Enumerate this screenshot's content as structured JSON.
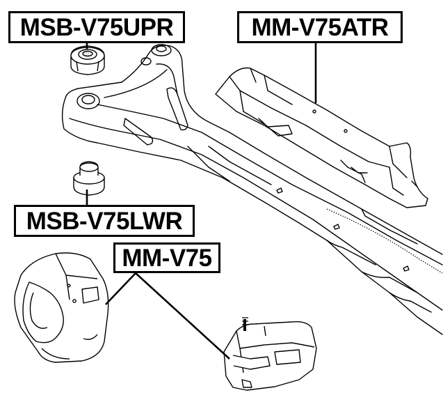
{
  "labels": {
    "bushing_upper": "MSB-V75UPR",
    "transmission_mount": "MM-V75ATR",
    "bushing_lower": "MSB-V75LWR",
    "engine_mount": "MM-V75"
  },
  "colors": {
    "ink": "#000000",
    "paper": "#ffffff"
  }
}
